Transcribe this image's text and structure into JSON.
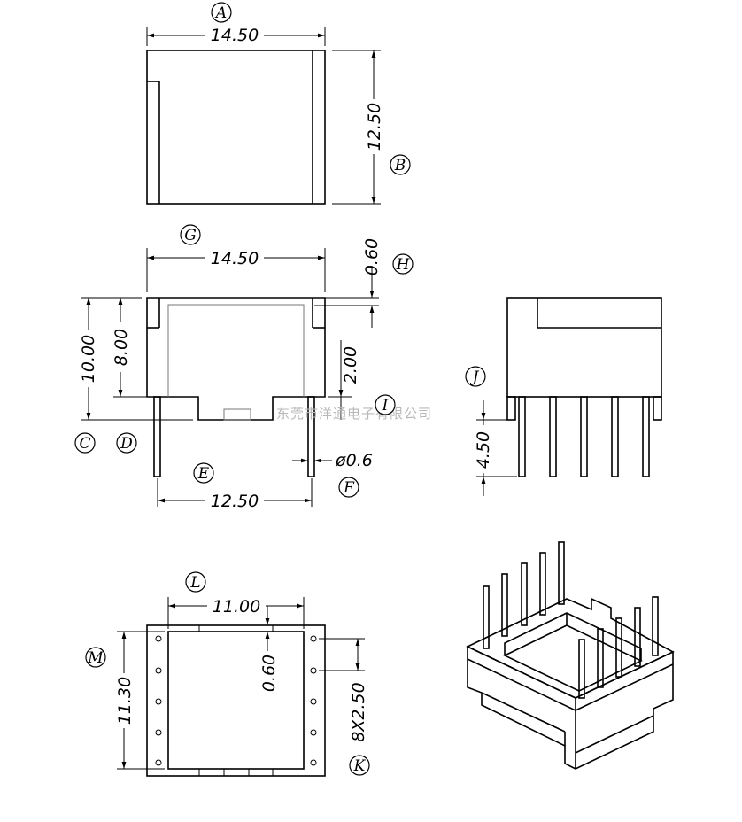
{
  "dimensions": {
    "top_width": "14.50",
    "top_height": "12.50",
    "front_width": "14.50",
    "flange": "0.60",
    "overall_height": "10.00",
    "body_height": "8.00",
    "step": "2.00",
    "pin_span": "12.50",
    "pin_dia": "ø0.6",
    "pin_length": "4.50",
    "bottom_width": "11.00",
    "bottom_height": "11.30",
    "bottom_offset": "0.60",
    "pitch": "8X2.50"
  },
  "labels": {
    "A": "A",
    "B": "B",
    "C": "C",
    "D": "D",
    "E": "E",
    "F": "F",
    "G": "G",
    "H": "H",
    "I": "I",
    "J": "J",
    "K": "K",
    "L": "L",
    "M": "M"
  },
  "watermark": "东莞市洋通电子有限公司",
  "colors": {
    "line": "#000000",
    "watermark": "#b8b8b8",
    "background": "#ffffff"
  }
}
